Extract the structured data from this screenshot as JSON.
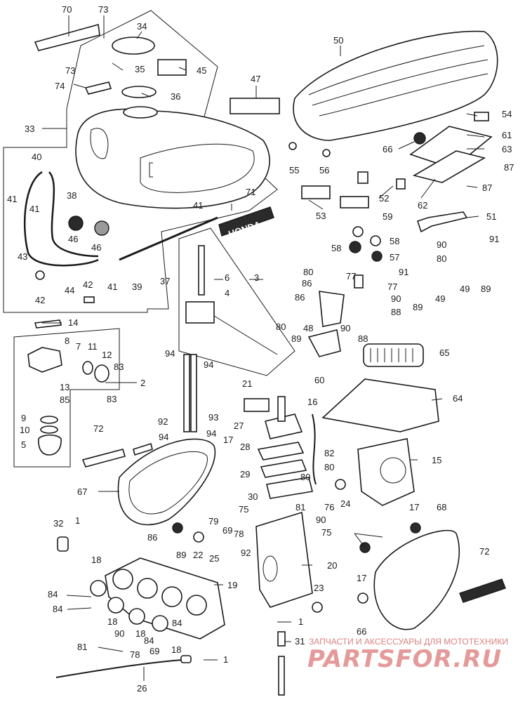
{
  "callouts": [
    {
      "id": "c70",
      "text": "70"
    },
    {
      "id": "c73a",
      "text": "73"
    },
    {
      "id": "c73b",
      "text": "73"
    },
    {
      "id": "c74",
      "text": "74"
    },
    {
      "id": "c34",
      "text": "34"
    },
    {
      "id": "c35",
      "text": "35"
    },
    {
      "id": "c45",
      "text": "45"
    },
    {
      "id": "c36",
      "text": "36"
    },
    {
      "id": "c33",
      "text": "33"
    },
    {
      "id": "c47",
      "text": "47"
    },
    {
      "id": "c50",
      "text": "50"
    },
    {
      "id": "c54",
      "text": "54"
    },
    {
      "id": "c61",
      "text": "61"
    },
    {
      "id": "c63",
      "text": "63"
    },
    {
      "id": "c66a",
      "text": "66"
    },
    {
      "id": "c55",
      "text": "55"
    },
    {
      "id": "c56",
      "text": "56"
    },
    {
      "id": "c87a",
      "text": "87"
    },
    {
      "id": "c87b",
      "text": "87"
    },
    {
      "id": "c52",
      "text": "52"
    },
    {
      "id": "c62",
      "text": "62"
    },
    {
      "id": "c53",
      "text": "53"
    },
    {
      "id": "c51",
      "text": "51"
    },
    {
      "id": "c40",
      "text": "40"
    },
    {
      "id": "c41a",
      "text": "41"
    },
    {
      "id": "c41b",
      "text": "41"
    },
    {
      "id": "c41c",
      "text": "41"
    },
    {
      "id": "c41d",
      "text": "41"
    },
    {
      "id": "c38",
      "text": "38"
    },
    {
      "id": "c71",
      "text": "71"
    },
    {
      "id": "c46a",
      "text": "46"
    },
    {
      "id": "c46b",
      "text": "46"
    },
    {
      "id": "c43",
      "text": "43"
    },
    {
      "id": "c44",
      "text": "44"
    },
    {
      "id": "c42a",
      "text": "42"
    },
    {
      "id": "c42b",
      "text": "42"
    },
    {
      "id": "c39",
      "text": "39"
    },
    {
      "id": "c37",
      "text": "37"
    },
    {
      "id": "c6",
      "text": "6"
    },
    {
      "id": "c3",
      "text": "3"
    },
    {
      "id": "c4",
      "text": "4"
    },
    {
      "id": "c59",
      "text": "59"
    },
    {
      "id": "c58a",
      "text": "58"
    },
    {
      "id": "c58b",
      "text": "58"
    },
    {
      "id": "c57",
      "text": "57"
    },
    {
      "id": "c90a",
      "text": "90"
    },
    {
      "id": "c80a",
      "text": "80"
    },
    {
      "id": "c91a",
      "text": "91"
    },
    {
      "id": "c91b",
      "text": "91"
    },
    {
      "id": "c80b",
      "text": "80"
    },
    {
      "id": "c86a",
      "text": "86"
    },
    {
      "id": "c86b",
      "text": "86"
    },
    {
      "id": "c77a",
      "text": "77"
    },
    {
      "id": "c77b",
      "text": "77"
    },
    {
      "id": "c49",
      "text": "49"
    },
    {
      "id": "c89a",
      "text": "89"
    },
    {
      "id": "c49b",
      "text": "49"
    },
    {
      "id": "c89b",
      "text": "89"
    },
    {
      "id": "c90b",
      "text": "90"
    },
    {
      "id": "c88a",
      "text": "88"
    },
    {
      "id": "c14",
      "text": "14"
    },
    {
      "id": "c80c",
      "text": "80"
    },
    {
      "id": "c48",
      "text": "48"
    },
    {
      "id": "c90c",
      "text": "90"
    },
    {
      "id": "c89c",
      "text": "89"
    },
    {
      "id": "c88b",
      "text": "88"
    },
    {
      "id": "c65",
      "text": "65"
    },
    {
      "id": "c60",
      "text": "60"
    },
    {
      "id": "c8",
      "text": "8"
    },
    {
      "id": "c7",
      "text": "7"
    },
    {
      "id": "c11",
      "text": "11"
    },
    {
      "id": "c12",
      "text": "12"
    },
    {
      "id": "c83a",
      "text": "83"
    },
    {
      "id": "c2",
      "text": "2"
    },
    {
      "id": "c94a",
      "text": "94"
    },
    {
      "id": "c94b",
      "text": "94"
    },
    {
      "id": "c13",
      "text": "13"
    },
    {
      "id": "c85",
      "text": "85"
    },
    {
      "id": "c83b",
      "text": "83"
    },
    {
      "id": "c21",
      "text": "21"
    },
    {
      "id": "c16",
      "text": "16"
    },
    {
      "id": "c64",
      "text": "64"
    },
    {
      "id": "c9",
      "text": "9"
    },
    {
      "id": "c10",
      "text": "10"
    },
    {
      "id": "c5",
      "text": "5"
    },
    {
      "id": "c92a",
      "text": "92"
    },
    {
      "id": "c93",
      "text": "93"
    },
    {
      "id": "c27",
      "text": "27"
    },
    {
      "id": "c72a",
      "text": "72"
    },
    {
      "id": "c94c",
      "text": "94"
    },
    {
      "id": "c94d",
      "text": "94"
    },
    {
      "id": "c17a",
      "text": "17"
    },
    {
      "id": "c28",
      "text": "28"
    },
    {
      "id": "c82",
      "text": "82"
    },
    {
      "id": "c15",
      "text": "15"
    },
    {
      "id": "c80d",
      "text": "80"
    },
    {
      "id": "c29",
      "text": "29"
    },
    {
      "id": "c80e",
      "text": "80"
    },
    {
      "id": "c67",
      "text": "67"
    },
    {
      "id": "c30",
      "text": "30"
    },
    {
      "id": "c24",
      "text": "24"
    },
    {
      "id": "c75a",
      "text": "75"
    },
    {
      "id": "c76a",
      "text": "76"
    },
    {
      "id": "c81a",
      "text": "81"
    },
    {
      "id": "c90d",
      "text": "90"
    },
    {
      "id": "c17b",
      "text": "17"
    },
    {
      "id": "c68",
      "text": "68"
    },
    {
      "id": "c32",
      "text": "32"
    },
    {
      "id": "c1a",
      "text": "1"
    },
    {
      "id": "c79",
      "text": "79"
    },
    {
      "id": "c86c",
      "text": "86"
    },
    {
      "id": "c69a",
      "text": "69"
    },
    {
      "id": "c78a",
      "text": "78"
    },
    {
      "id": "c75b",
      "text": "75"
    },
    {
      "id": "c92b",
      "text": "92"
    },
    {
      "id": "c72b",
      "text": "72"
    },
    {
      "id": "c89d",
      "text": "89"
    },
    {
      "id": "c22",
      "text": "22"
    },
    {
      "id": "c25",
      "text": "25"
    },
    {
      "id": "c18a",
      "text": "18"
    },
    {
      "id": "c20",
      "text": "20"
    },
    {
      "id": "c17c",
      "text": "17"
    },
    {
      "id": "c19",
      "text": "19"
    },
    {
      "id": "c23",
      "text": "23"
    },
    {
      "id": "c84a",
      "text": "84"
    },
    {
      "id": "c84b",
      "text": "84"
    },
    {
      "id": "c18b",
      "text": "18"
    },
    {
      "id": "c66b",
      "text": "66"
    },
    {
      "id": "c1b",
      "text": "1"
    },
    {
      "id": "c90e",
      "text": "90"
    },
    {
      "id": "c18c",
      "text": "18"
    },
    {
      "id": "c84c",
      "text": "84"
    },
    {
      "id": "c84d",
      "text": "84"
    },
    {
      "id": "c81b",
      "text": "81"
    },
    {
      "id": "c78b",
      "text": "78"
    },
    {
      "id": "c69b",
      "text": "69"
    },
    {
      "id": "c18d",
      "text": "18"
    },
    {
      "id": "c31",
      "text": "31"
    },
    {
      "id": "c1c",
      "text": "1"
    },
    {
      "id": "c26",
      "text": "26"
    }
  ],
  "emblem_text": "HONDA",
  "watermark": {
    "caption": "ЗАПЧАСТИ И АКСЕССУАРЫ ДЛЯ МОТОТЕХНИКИ",
    "brand": "PARTSFOR.RU"
  }
}
